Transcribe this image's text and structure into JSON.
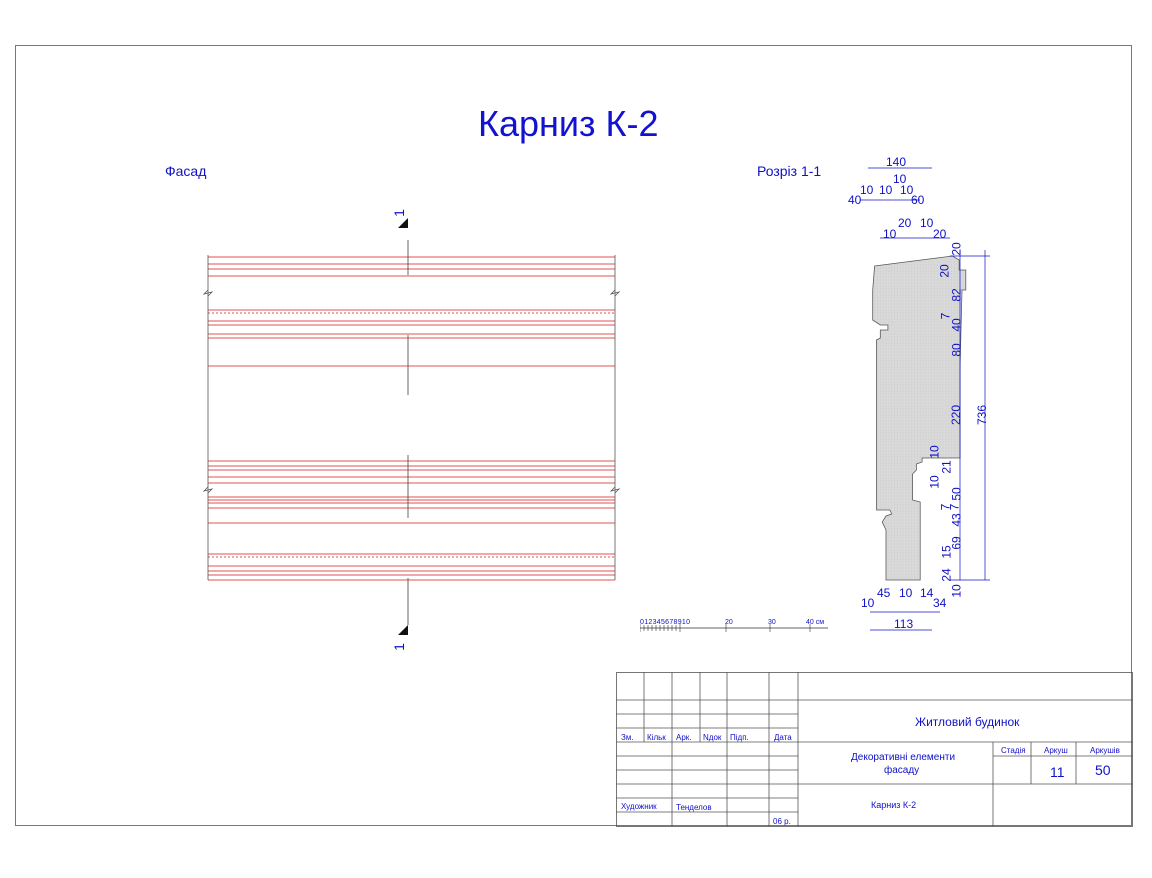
{
  "title": "Карниз К-2",
  "views": {
    "facade": "Фасад",
    "section": "Розріз 1-1",
    "section_mark_top": "1",
    "section_mark_bottom": "1"
  },
  "scale_bar": {
    "small_ticks": "012345678910",
    "labels": [
      "20",
      "30",
      "40 см"
    ]
  },
  "dimensions": {
    "top": [
      "140",
      "10",
      "10",
      "40",
      "10",
      "10",
      "60",
      "20",
      "10",
      "10",
      "20"
    ],
    "right_vertical": [
      "20",
      "20",
      "82",
      "7",
      "40",
      "80",
      "220",
      "10",
      "21",
      "10",
      "50",
      "7",
      "7",
      "43",
      "15",
      "69",
      "24",
      "10"
    ],
    "total_height": "736",
    "bottom": [
      "45",
      "10",
      "14",
      "10",
      "34"
    ],
    "total_width": "113"
  },
  "title_block": {
    "columns": [
      "Зм.",
      "Кільк",
      "Арк.",
      "Nдок",
      "Підп.",
      "Дата"
    ],
    "project": "Житловий будинок",
    "drawing_title_line1": "Декоративні елементи",
    "drawing_title_line2": "фасаду",
    "stage_label": "Стадія",
    "sheet_label": "Аркуш",
    "sheets_label": "Аркушів",
    "sheet": "11",
    "sheets": "50",
    "role": "Художник",
    "author": "Тенделов",
    "date": "06 р.",
    "sheet_name": "Карниз К-2"
  },
  "colors": {
    "text": "#1010c8",
    "lines": "#e05050",
    "frame": "#777777",
    "profile_fill": "#d9d9d9"
  }
}
